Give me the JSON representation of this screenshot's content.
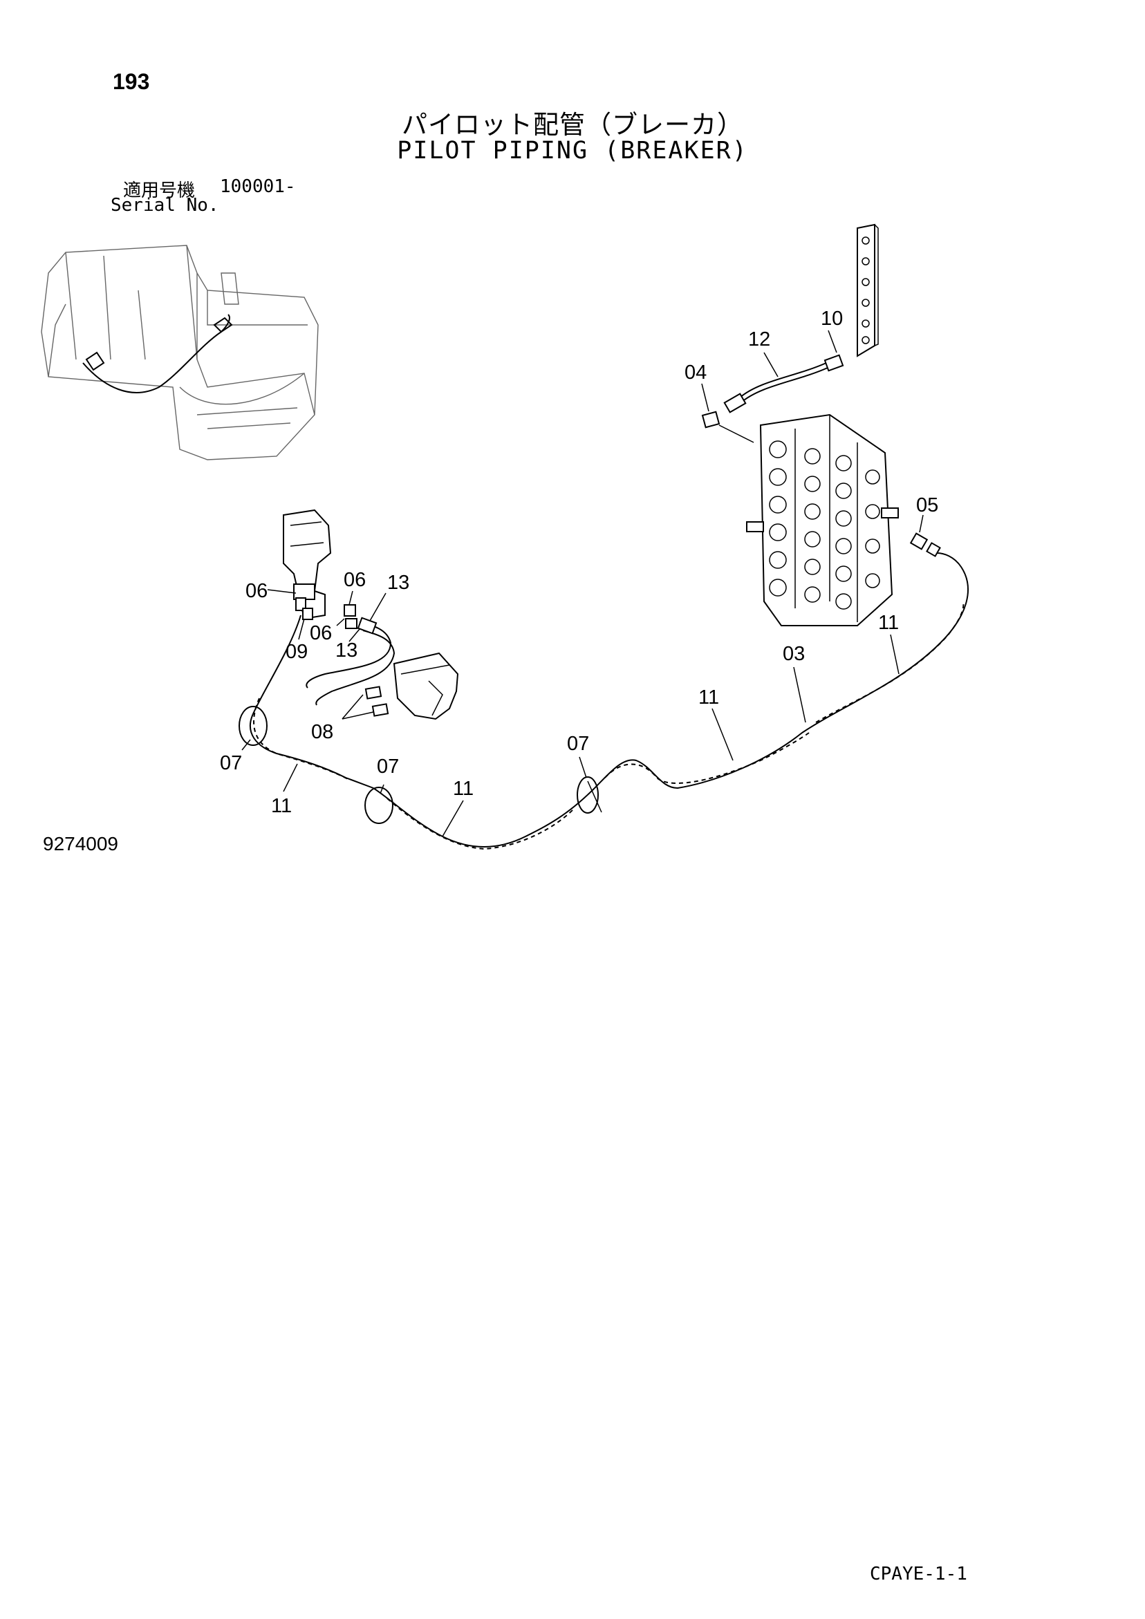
{
  "page_number": "193",
  "title_jp": "パイロット配管（ブレーカ）",
  "title_en": "PILOT PIPING (BREAKER)",
  "serial": {
    "label_jp": "適用号機",
    "label_en": "Serial No.",
    "value": "100001-"
  },
  "figure_number": "9274009",
  "doc_code": "CPAYE-1-1",
  "callouts": {
    "c12": "12",
    "c10": "10",
    "c04": "04",
    "c05": "05",
    "c06a": "06",
    "c06b": "06",
    "c06c": "06",
    "c13a": "13",
    "c13b": "13",
    "c09": "09",
    "c08": "08",
    "c07a": "07",
    "c07b": "07",
    "c07c": "07",
    "c11a": "11",
    "c11b": "11",
    "c11c": "11",
    "c11d": "11",
    "c03": "03"
  },
  "colors": {
    "ink": "#000000",
    "background": "#ffffff",
    "faint_line": "#666666"
  }
}
